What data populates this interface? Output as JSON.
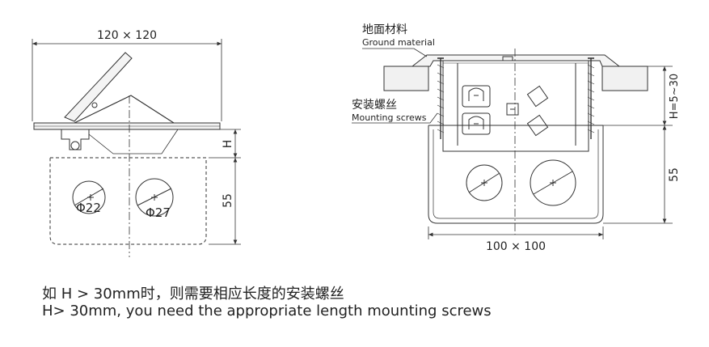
{
  "left_view": {
    "width_dim": "120 × 120",
    "height_h": "H",
    "depth_dim": "55",
    "hole_small": "Φ22",
    "hole_large": "Φ27"
  },
  "right_view": {
    "ground_material_zh": "地面材料",
    "ground_material_en": "Ground material",
    "mounting_screws_zh": "安装螺丝",
    "mounting_screws_en": "Mounting screws",
    "h_range": "H=5~30",
    "depth_dim": "55",
    "width_dim": "100 × 100"
  },
  "notes": {
    "zh": "如 H > 30mm时，则需要相应长度的安装螺丝",
    "en": "H> 30mm, you need the appropriate length mounting screws"
  }
}
